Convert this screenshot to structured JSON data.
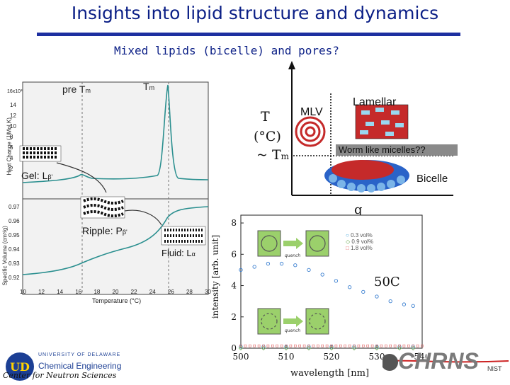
{
  "slide": {
    "title": "Insights into lipid structure and dynamics",
    "subtitle": "Mixed lipids (bicelle) and pores?"
  },
  "left_figure": {
    "pre_tm_label": "pre T",
    "pre_tm_sub": "m",
    "tm_label": "T",
    "tm_sub": "m",
    "top_ylabel": "Heat Change (J/Mol.K)",
    "top_multiplier": "16x10³",
    "top_ticks": [
      "14",
      "12",
      "10",
      "8",
      "6",
      "4",
      "2"
    ],
    "bottom_ylabel": "Specific Volume (cm³/g)",
    "bottom_ticks": [
      "0.97",
      "0.96",
      "0.95",
      "0.94",
      "0.93",
      "0.92"
    ],
    "xlabel": "Temperature (°C)",
    "x_ticks": [
      "10",
      "12",
      "14",
      "16",
      "18",
      "20",
      "22",
      "24",
      "26",
      "28",
      "30"
    ],
    "gel_label": "Gel: L",
    "gel_sub": "β'",
    "ripple_label": "Ripple: P",
    "ripple_sub": "β'",
    "fluid_label": "Fluid: L",
    "fluid_sub": "α"
  },
  "phase_diagram": {
    "y_label_t": "T",
    "y_label_unit": "(°C)",
    "y_label_tm": "~ T",
    "y_label_tm_sub": "m",
    "mlv": "MLV",
    "lamellar": "Lamellar",
    "worm": "Worm like micelles??",
    "bicelle": "Bicelle",
    "x_label": "q"
  },
  "spectrum": {
    "ylabel": "intensity [arb. unit]",
    "xlabel": "wavelength [nm]",
    "legend": [
      "0.3 vol%",
      "0.9 vol%",
      "1.8 vol%"
    ],
    "quench": "quench",
    "annotation": "50C",
    "colors": [
      "#3aa0d8",
      "#6aa84f",
      "#e06060"
    ]
  },
  "chart_data": {
    "type": "scatter",
    "xlabel": "wavelength [nm]",
    "ylabel": "intensity [arb. unit]",
    "xlim": [
      500,
      540
    ],
    "ylim": [
      0,
      8.5
    ],
    "x_ticks": [
      "500",
      "510",
      "520",
      "530",
      "540"
    ],
    "y_ticks": [
      "0",
      "2",
      "4",
      "6",
      "8"
    ],
    "series": [
      {
        "name": "0.3 vol%",
        "x": [
          500,
          505,
          510,
          515,
          520,
          525,
          530,
          535,
          538
        ],
        "y": [
          0.1,
          0.1,
          0.1,
          0.1,
          0.1,
          0.1,
          0.1,
          0.1,
          0.1
        ]
      },
      {
        "name": "0.9 vol%",
        "x": [
          500,
          505,
          510,
          515,
          520,
          525,
          530,
          535,
          538
        ],
        "y": [
          0.0,
          0.0,
          0.0,
          0.0,
          0.0,
          0.0,
          0.0,
          0.0,
          0.0
        ]
      },
      {
        "name": "1.8 vol%",
        "x": [
          500,
          503,
          506,
          509,
          512,
          515,
          518,
          521,
          524,
          527,
          530,
          533,
          536,
          538
        ],
        "y": [
          5.0,
          5.2,
          5.4,
          5.4,
          5.3,
          5.0,
          4.7,
          4.3,
          3.9,
          3.6,
          3.3,
          3.0,
          2.8,
          2.7
        ]
      }
    ]
  },
  "footer": {
    "univ_name": "UNIVERSITY OF DELAWARE",
    "dept_line1": "Chemical Engineering",
    "dept_line2": "",
    "cnsname": "Center for Neutron Sciences",
    "chrns": "CHRNS",
    "nist": "NIST"
  }
}
